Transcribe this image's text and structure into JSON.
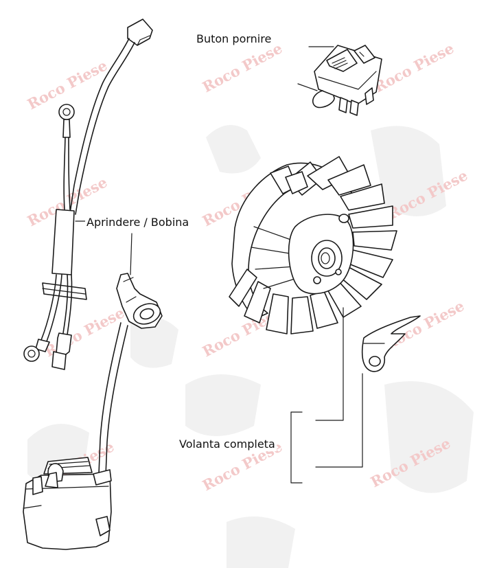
{
  "labels": {
    "start_button": "Buton pornire",
    "ignition_coil": "Aprindere / Bobina",
    "flywheel": "Volanta completa"
  },
  "watermark": {
    "text": "Roco Piese",
    "color": "#f3c9c9",
    "background_color": "#f1f1f1"
  },
  "colors": {
    "line": "#1a1a1a",
    "text": "#111111"
  }
}
